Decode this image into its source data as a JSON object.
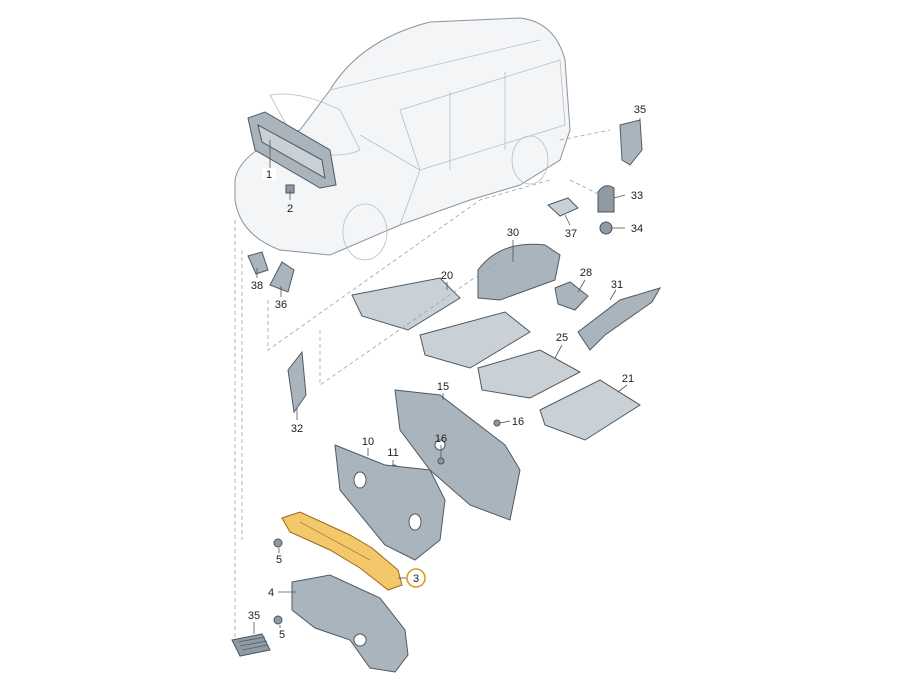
{
  "diagram": {
    "colors": {
      "part_fill": "#aab4bd",
      "part_outline": "#4f5a63",
      "highlight_fill": "#f2c86b",
      "highlight_ring": "#d8a020",
      "vehicle_fill": "#f3f5f7"
    },
    "callouts": {
      "c1": "1",
      "c2": "2",
      "c3": "3",
      "c4": "4",
      "c5a": "5",
      "c5b": "5",
      "c10": "10",
      "c11": "11",
      "c15": "15",
      "c16a": "16",
      "c16b": "16",
      "c20": "20",
      "c21": "21",
      "c25": "25",
      "c28": "28",
      "c30": "30",
      "c31": "31",
      "c32": "32",
      "c33": "33",
      "c34": "34",
      "c35a": "35",
      "c35b": "35",
      "c36": "36",
      "c37": "37",
      "c38": "38"
    },
    "highlighted_part": "3"
  }
}
